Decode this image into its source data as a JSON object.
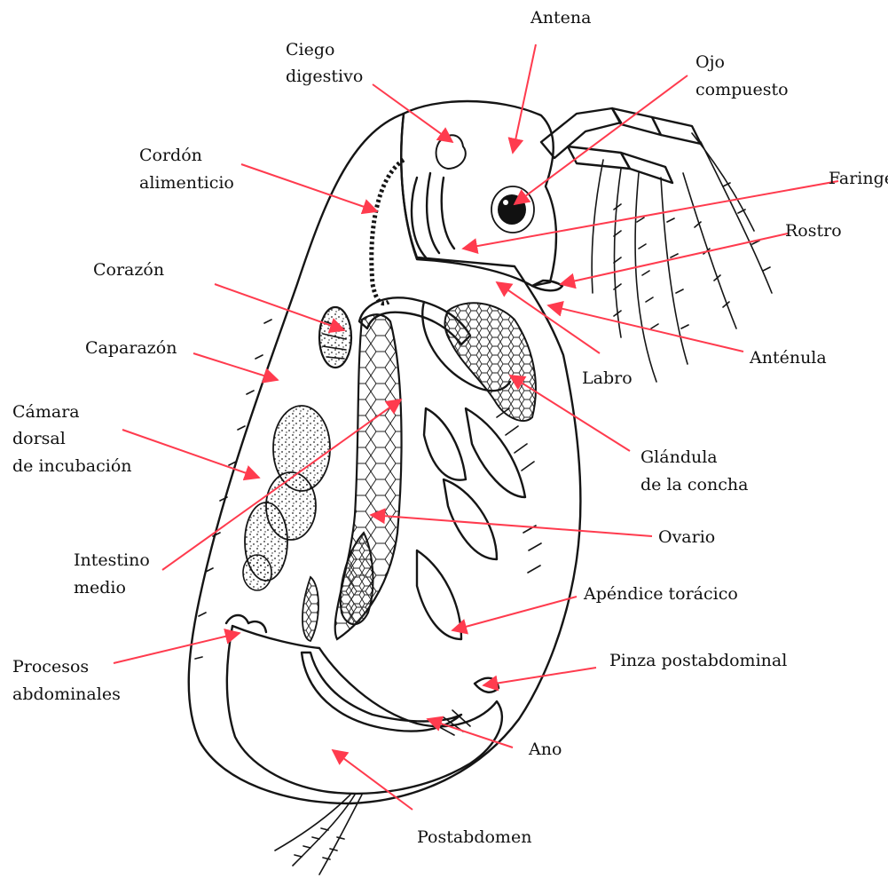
{
  "labels": {
    "antena": "Antena",
    "ciego_1": "Ciego",
    "ciego_2": "digestivo",
    "ojo_1": "Ojo",
    "ojo_2": "compuesto",
    "cordon_1": "Cordón",
    "cordon_2": "alimenticio",
    "faringe": "Faringe",
    "rostro": "Rostro",
    "corazon": "Corazón",
    "caparazon": "Caparazón",
    "antenula": "Anténula",
    "labro": "Labro",
    "camara_1": "Cámara",
    "camara_2": "dorsal",
    "camara_3": "de incubación",
    "glandula_1": "Glándula",
    "glandula_2": "de la concha",
    "ovario": "Ovario",
    "intestino_1": "Intestino",
    "intestino_2": "medio",
    "apendice": "Apéndice torácico",
    "pinza": "Pinza postabdominal",
    "procesos_1": "Procesos",
    "procesos_2": "abdominales",
    "ano": "Ano",
    "postabdomen": "Postabdomen"
  },
  "colors": {
    "arrow": "#ff3b4e",
    "ink": "#151515",
    "background": "#ffffff"
  }
}
